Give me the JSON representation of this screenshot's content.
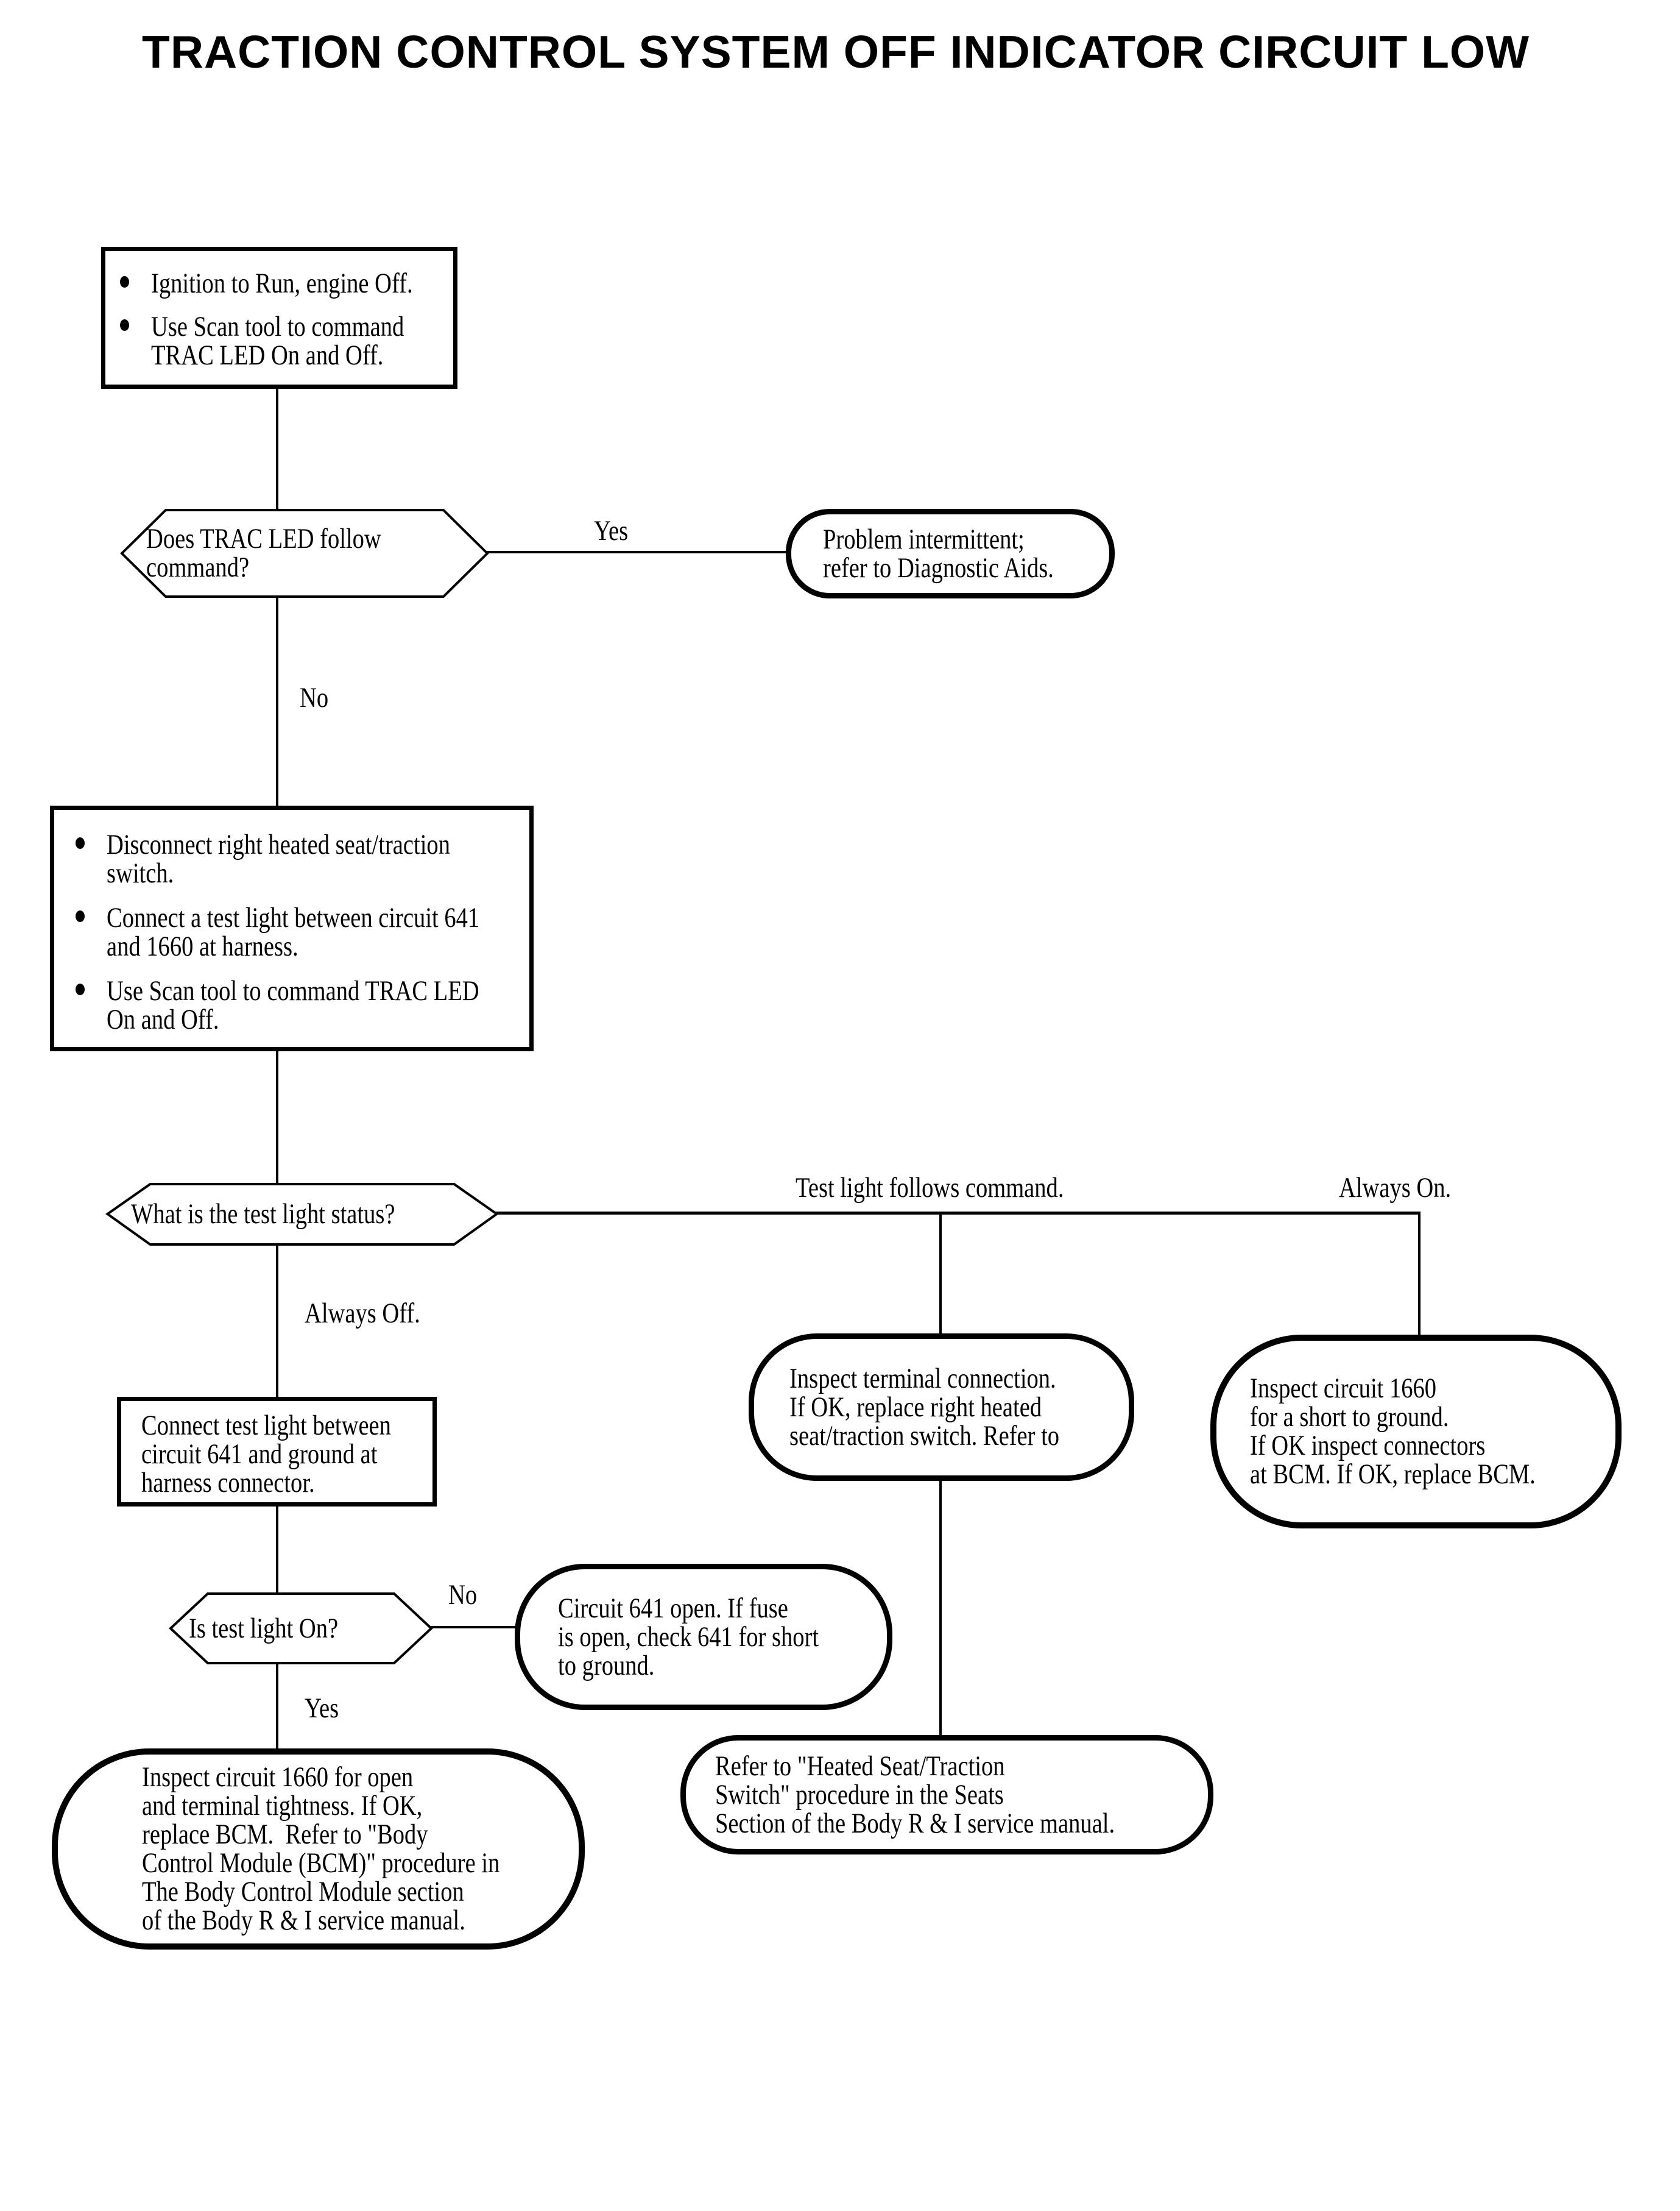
{
  "colors": {
    "ink": "#000000",
    "paper": "#ffffff"
  },
  "title": "TRACTION CONTROL SYSTEM OFF INDICATOR CIRCUIT LOW",
  "flowchart": {
    "start_box": {
      "bullets": [
        "Ignition to Run, engine Off.",
        "Use Scan tool to command\nTRAC LED On and Off."
      ]
    },
    "q_trac_led_follow": {
      "question": "Does TRAC LED follow\ncommand?",
      "yes_label": "Yes",
      "no_label": "No"
    },
    "terminal_problem_intermittent": {
      "text": "Problem intermittent;\nrefer to Diagnostic Aids."
    },
    "step_disconnect_switch": {
      "bullets": [
        "Disconnect right heated seat/traction\nswitch.",
        "Connect a test light between circuit 641\nand 1660 at harness.",
        "Use Scan tool to command TRAC LED\nOn and Off."
      ]
    },
    "q_test_light_status": {
      "question": "What is the test light status?",
      "follows_label": "Test light follows command.",
      "always_on_label": "Always On.",
      "always_off_label": "Always Off."
    },
    "step_connect_test_light_ground": {
      "text": "Connect test light between\ncircuit 641 and ground at\nharness connector."
    },
    "q_is_test_light_on": {
      "question": "Is test light On?",
      "no_label": "No",
      "yes_label": "Yes"
    },
    "terminal_inspect_terminal_connection": {
      "text": "Inspect terminal connection.\nIf OK, replace right heated\nseat/traction switch. Refer to"
    },
    "terminal_inspect_1660_short": {
      "text": "Inspect circuit 1660\nfor a short to ground.\nIf OK inspect connectors\nat BCM. If OK, replace BCM."
    },
    "terminal_circuit_641_open": {
      "text": "Circuit 641 open. If fuse\nis open, check 641 for short\nto ground."
    },
    "terminal_inspect_1660_open": {
      "text": "Inspect circuit 1660 for open\nand terminal tightness. If OK,\nreplace BCM.  Refer to \"Body\nControl Module (BCM)\" procedure in\nThe Body Control Module section\nof the Body R & I service manual."
    },
    "terminal_refer_heated_seat": {
      "text": "Refer to \"Heated Seat/Traction\nSwitch\" procedure in the Seats\nSection of the Body R & I service manual."
    }
  }
}
